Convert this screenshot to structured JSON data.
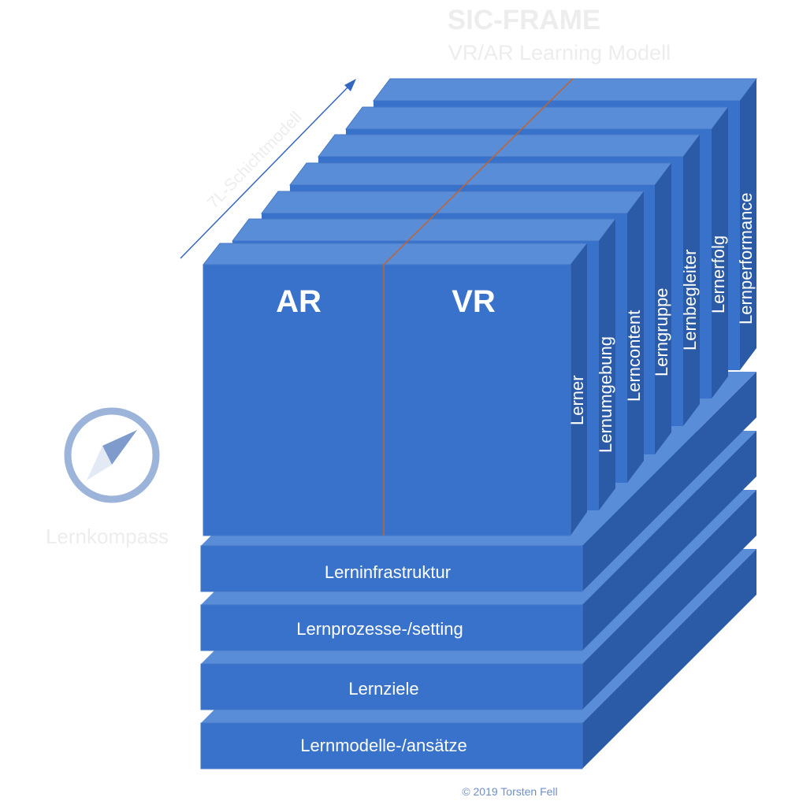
{
  "title": "SIC-FRAME",
  "subtitle": "VR/AR Learning Modell",
  "arrow_label": "7L-Schichtmodell",
  "compass_label": "Lernkompass",
  "front_labels": {
    "ar": "AR",
    "vr": "VR"
  },
  "vertical_layers": [
    "Lerner",
    "Lernumgebung",
    "Lerncontent",
    "Lerngruppe",
    "Lernbegleiter",
    "Lernerfolg",
    "Lernperformance"
  ],
  "base_layers": [
    "Lerninfrastruktur",
    "Lernprozesse-/setting",
    "Lernziele",
    "Lernmodelle-/ansätze"
  ],
  "copyright": "© 2019 Torsten Fell",
  "colors": {
    "front": "#3872CB",
    "top": "#5A8DD8",
    "side": "#2B5AA6",
    "edge": "#4678C4",
    "divider": "#C0642E",
    "arrow": "#3566C0",
    "ghost_text": "#EDEDED",
    "compass_ring": "#9CB3DA",
    "needle_dark": "#7E9BCB",
    "needle_light": "#E3EAF5",
    "copyright": "#6F8FC9"
  }
}
